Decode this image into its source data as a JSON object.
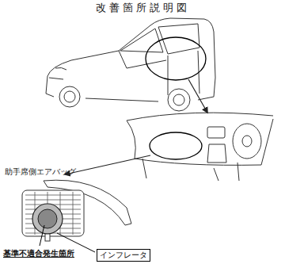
{
  "diagram": {
    "title": "改善箇所説明図",
    "nodes": [
      {
        "text": [
          "インフレータ"
        ]
      }
    ],
    "labels": [
      "助手席側エアバッグ",
      "基準不適合発生箇所"
    ]
  }
}
